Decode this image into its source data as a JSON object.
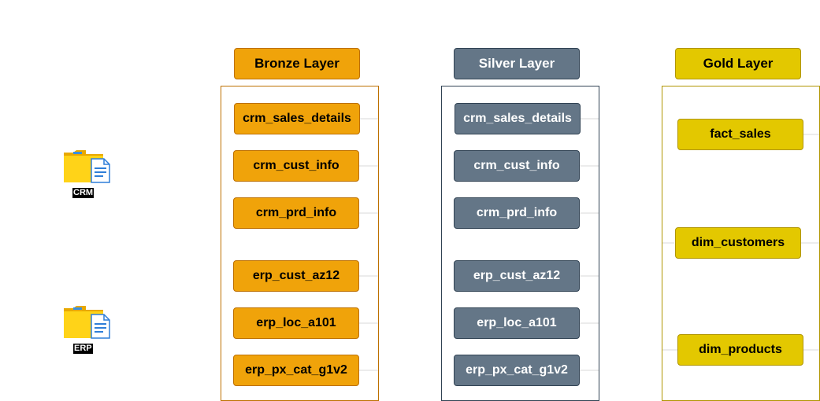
{
  "sources": [
    {
      "label": "CRM"
    },
    {
      "label": "ERP"
    }
  ],
  "layers": {
    "bronze": {
      "title": "Bronze Layer",
      "color": "#f0a30a",
      "tables": [
        "crm_sales_details",
        "crm_cust_info",
        "crm_prd_info",
        "erp_cust_az12",
        "erp_loc_a101",
        "erp_px_cat_g1v2"
      ]
    },
    "silver": {
      "title": "Silver Layer",
      "color": "#647687",
      "tables": [
        "crm_sales_details",
        "crm_cust_info",
        "crm_prd_info",
        "erp_cust_az12",
        "erp_loc_a101",
        "erp_px_cat_g1v2"
      ]
    },
    "gold": {
      "title": "Gold Layer",
      "color": "#e3c800",
      "tables": [
        "fact_sales",
        "dim_customers",
        "dim_products"
      ]
    }
  },
  "icons": {
    "source": "folder-document-icon"
  }
}
